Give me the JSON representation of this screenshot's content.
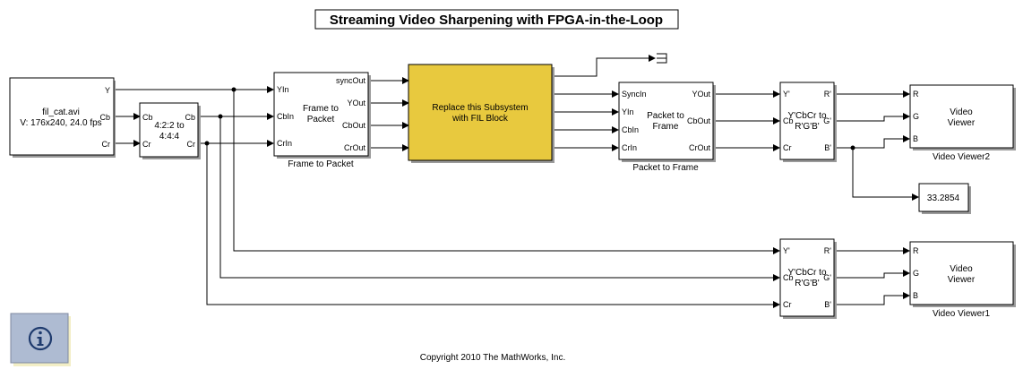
{
  "title": "Streaming Video Sharpening with FPGA-in-the-Loop",
  "copyright": "Copyright 2010 The MathWorks, Inc.",
  "colors": {
    "fil_block": "#e8c93e",
    "info_block": "#aebbd2"
  },
  "blocks": {
    "source": {
      "line1": "fil_cat.avi",
      "line2": "V: 176x240, 24.0 fps",
      "ports": [
        "Y",
        "Cb",
        "Cr"
      ]
    },
    "chroma": {
      "line1": "4:2:2 to",
      "line2": "4:4:4",
      "in_ports": [
        "Cb",
        "Cr"
      ],
      "out_ports": [
        "Cb",
        "Cr"
      ]
    },
    "f2p": {
      "line1": "Frame to",
      "line2": "Packet",
      "caption": "Frame to Packet",
      "in_ports": [
        "YIn",
        "CbIn",
        "CrIn"
      ],
      "out_ports": [
        "syncOut",
        "YOut",
        "CbOut",
        "CrOut"
      ]
    },
    "fil": {
      "line1": "Replace this Subsystem",
      "line2": "with FIL Block"
    },
    "p2f": {
      "line1": "Packet to",
      "line2": "Frame",
      "caption": "Packet to Frame",
      "in_ports": [
        "SyncIn",
        "YIn",
        "CbIn",
        "CrIn"
      ],
      "out_ports": [
        "YOut",
        "CbOut",
        "CrOut"
      ]
    },
    "csc1": {
      "line1": "Y'CbCr to",
      "line2": "R'G'B'",
      "in_ports": [
        "Y'",
        "Cb",
        "Cr"
      ],
      "out_ports": [
        "R'",
        "G'",
        "B'"
      ]
    },
    "csc2": {
      "line1": "Y'CbCr to",
      "line2": "R'G'B'",
      "in_ports": [
        "Y'",
        "Cb",
        "Cr"
      ],
      "out_ports": [
        "R'",
        "G'",
        "B'"
      ]
    },
    "viewer2": {
      "line1": "Video",
      "line2": "Viewer",
      "caption": "Video Viewer2",
      "ports": [
        "R",
        "G",
        "B"
      ]
    },
    "viewer1": {
      "line1": "Video",
      "line2": "Viewer",
      "caption": "Video Viewer1",
      "ports": [
        "R",
        "G",
        "B"
      ]
    },
    "display": {
      "value": "33.2854"
    },
    "info": {
      "icon": "info-icon"
    }
  }
}
